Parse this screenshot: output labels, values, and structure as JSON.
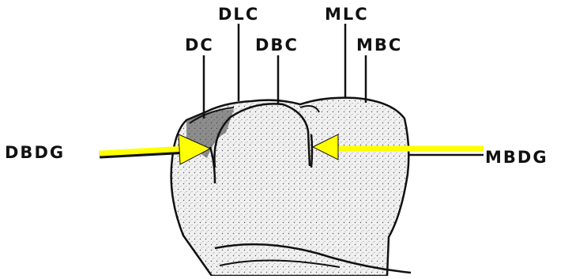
{
  "labels": {
    "dc": "DC",
    "dlc": "DLC",
    "dbc": "DBC",
    "mlc": "MLC",
    "mbc": "MBC",
    "dbdg": "DBDG",
    "mbdg": "MBDG"
  },
  "colors": {
    "arrow": "#ffff00",
    "ink": "#111111",
    "tooth_fill": "#eeeeee"
  }
}
